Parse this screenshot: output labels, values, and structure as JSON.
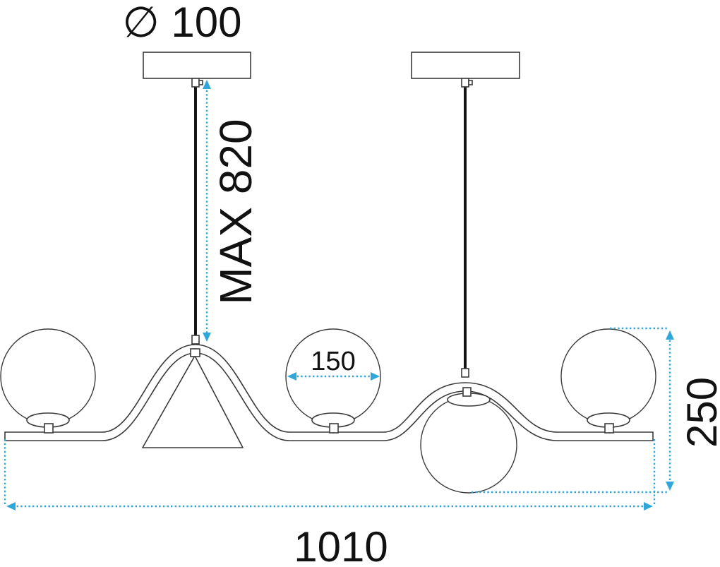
{
  "labels": {
    "canopy_diameter": "∅ 100",
    "max_height": "MAX 820",
    "globe_diameter": "150",
    "total_width": "1010",
    "total_height": "250"
  },
  "colors": {
    "dimension": "#2fa7d8",
    "outline": "#3a3a3a",
    "cable": "#151515"
  }
}
